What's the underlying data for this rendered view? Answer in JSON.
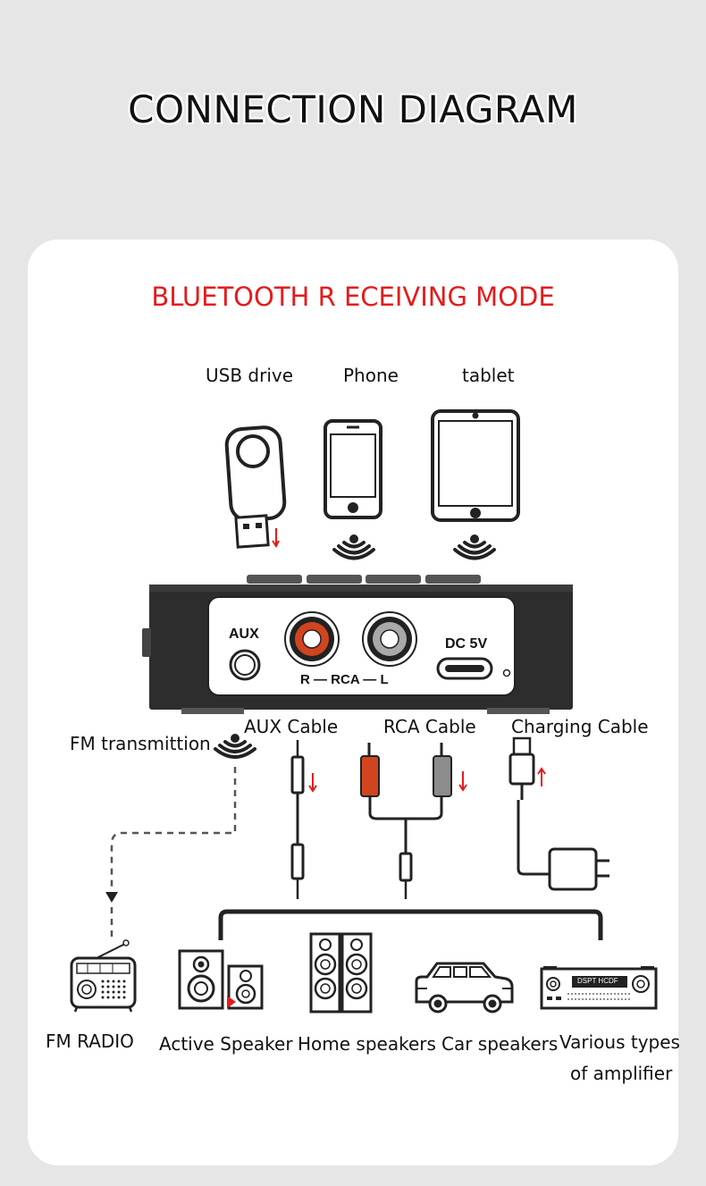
{
  "title": "CONNECTION DIAGRAM",
  "subtitle": "BLUETOOTH R ECEIVING MODE",
  "sources": {
    "usb": "USB drive",
    "phone": "Phone",
    "tablet": "tablet"
  },
  "device": {
    "aux": "AUX",
    "rca": "R — RCA — L",
    "dc": "DC 5V"
  },
  "cables": {
    "fm": "FM transmittion",
    "aux": "AUX Cable",
    "rca": "RCA Cable",
    "charging": "Charging Cable"
  },
  "outputs": {
    "fm_radio": "FM RADIO",
    "active": "Active Speaker",
    "home": "Home speakers",
    "car": "Car speakers",
    "amp_line1": "Various types",
    "amp_line2": "of amplifier"
  },
  "amp_display": "DSPT  HCDF",
  "colors": {
    "accent_red": "#e31c1c",
    "rca_red": "#d0451f",
    "rca_gray": "#8c8c8c"
  }
}
